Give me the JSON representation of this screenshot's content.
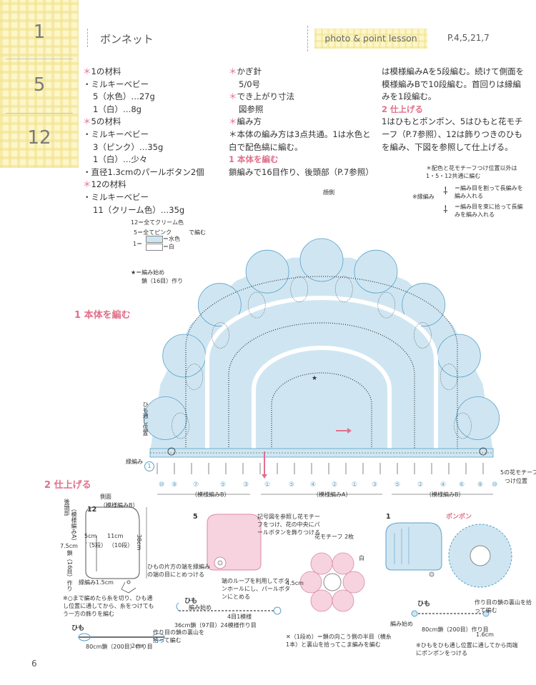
{
  "sizes": [
    "1",
    "5",
    "12"
  ],
  "header": {
    "title": "ボンネット",
    "lesson_badge": "photo & point lesson",
    "pages": "P.4,5,21,7"
  },
  "materials": {
    "lines": [
      {
        "mark": "＊",
        "text": "1の材料"
      },
      {
        "mark": "・",
        "text": "ミルキーベビー"
      },
      {
        "mark": "",
        "text": "5（水色）…27g"
      },
      {
        "mark": "",
        "text": "1（白）…8g"
      },
      {
        "mark": "＊",
        "text": "5の材料"
      },
      {
        "mark": "・",
        "text": "ミルキーベビー"
      },
      {
        "mark": "",
        "text": "3（ピンク）…35g"
      },
      {
        "mark": "",
        "text": "1（白）…少々"
      },
      {
        "mark": "・",
        "text": "直径1.3cmのパールボタン2個"
      },
      {
        "mark": "＊",
        "text": "12の材料"
      },
      {
        "mark": "・",
        "text": "ミルキーベビー"
      },
      {
        "mark": "",
        "text": "11（クリーム色）…35g"
      }
    ]
  },
  "tools": {
    "hook_label": "かぎ針",
    "hook_size": "5/0号",
    "size_label": "でき上がり寸法",
    "size_text": "図参照",
    "method_label": "編み方",
    "method_text": "＊本体の編み方は3点共通。1は水色と白で配色縞に編む。",
    "step1_title": "1 本体を編む",
    "step1_text": "鎖編みで16目作り、後頭部（P.7参照）"
  },
  "right_text": {
    "para1": "は模様編みAを5段編む。続けて側面を模様編みBで10段編む。首回りは縁編みを1段編む。",
    "step2_title": "2 仕上げる",
    "para2": "1はひもとポンポン、5はひもと花モチーフ（P.7参照）、12は飾りつきのひもを編み、下図を参照して仕上げる。"
  },
  "legend": {
    "note": "＊配色と花モチーフつけ位置以外は1・5・12共通に編む",
    "fuchi": "※縁編み",
    "item1": "＝編み目を割って長編みを編み入れる",
    "item2": "＝編み目を束に拾って長編みを編み入れる"
  },
  "color_key": {
    "l12": "12＝全てクリーム色",
    "l5": "5＝全てピンク",
    "l1": "1＝",
    "mizuiro": "＝水色",
    "shiro": "＝白",
    "deami": "で編む"
  },
  "start": {
    "line1": "★＝編み始め",
    "line2": "鎖（16目）作り"
  },
  "diagram": {
    "section1": "1 本体を編む",
    "kaogawa": "顔側",
    "himo_pos": "ひも通し位置",
    "fuchi_label": "縁編み",
    "motif_pos1": "5の花モチーフ",
    "motif_pos2": "つけ位置",
    "rowA": "（模様編みA）",
    "rowB_left": "（模様編みB）",
    "rowB_right": "（模様編みB）",
    "row_nums": [
      "⑩",
      "⑨",
      "⑦",
      "⑤",
      "③",
      "①",
      "⑤",
      "④",
      "②",
      "①",
      "③",
      "⑤",
      "②",
      "④",
      "⑥",
      "⑧",
      "⑩"
    ]
  },
  "finish": {
    "title": "2 仕上げる",
    "fig12": {
      "num": "12",
      "side": "側面",
      "side2": "（模様編みB）",
      "back": "後頭部",
      "back2": "（模様編みA）",
      "d5": "5cm",
      "d5r": "（5段）",
      "d11": "11cm",
      "d11r": "（10段）",
      "d38": "38cm",
      "d75": "7.5cm",
      "d75b": "鎖（16目）作り",
      "fuchi": "縁編み1.5cm",
      "note": "※○まで編めたら糸を切り、ひも通し位置に通してから、糸をつけてもう一方の飾りを編む",
      "himo": "ひも",
      "cord": "80cm鎖（200目）作り目",
      "cm2": "2cm",
      "cord_note": "作り目の鎖の裏山を拾って編む"
    },
    "fig5": {
      "num": "5",
      "note1": "記号図を参照し花モチーフをつけ、花の中央にパールボタンを飾りつける",
      "note2": "ひもの片方の端を縁編みの端の目にとめつける",
      "note3": "端のループを利用してボタンホールにし、パールボタンにとめる",
      "himo": "ひも",
      "start": "編み始め",
      "row1": "4目1模様",
      "cord": "36cm鎖（97目）24模様作り目"
    },
    "motif": {
      "title": "花モチーフ",
      "count": "2枚",
      "shiro": "白",
      "size": "4.5cm",
      "note": "✕（1段め）＝鎖の向こう側の半目（横糸1本）と裏山を拾ってこま編みを編む"
    },
    "fig1": {
      "num": "1",
      "pompon": "ポンポン",
      "himo": "ひも",
      "start": "編み始め",
      "cord": "80cm鎖（200目）作り目",
      "cm16": "1.6cm",
      "cord_note": "作り目の鎖の裏山を拾って編む",
      "note": "※ひもをひも通し位置に通してから両端にポンポンをつける"
    }
  },
  "page_number": "6",
  "colors": {
    "pink": "#e0708a",
    "blue_fill": "#cfe6f2",
    "blue_line": "#5aa0c8",
    "pink_fill": "#f6d3df",
    "plaid": "#fdf6c8"
  }
}
